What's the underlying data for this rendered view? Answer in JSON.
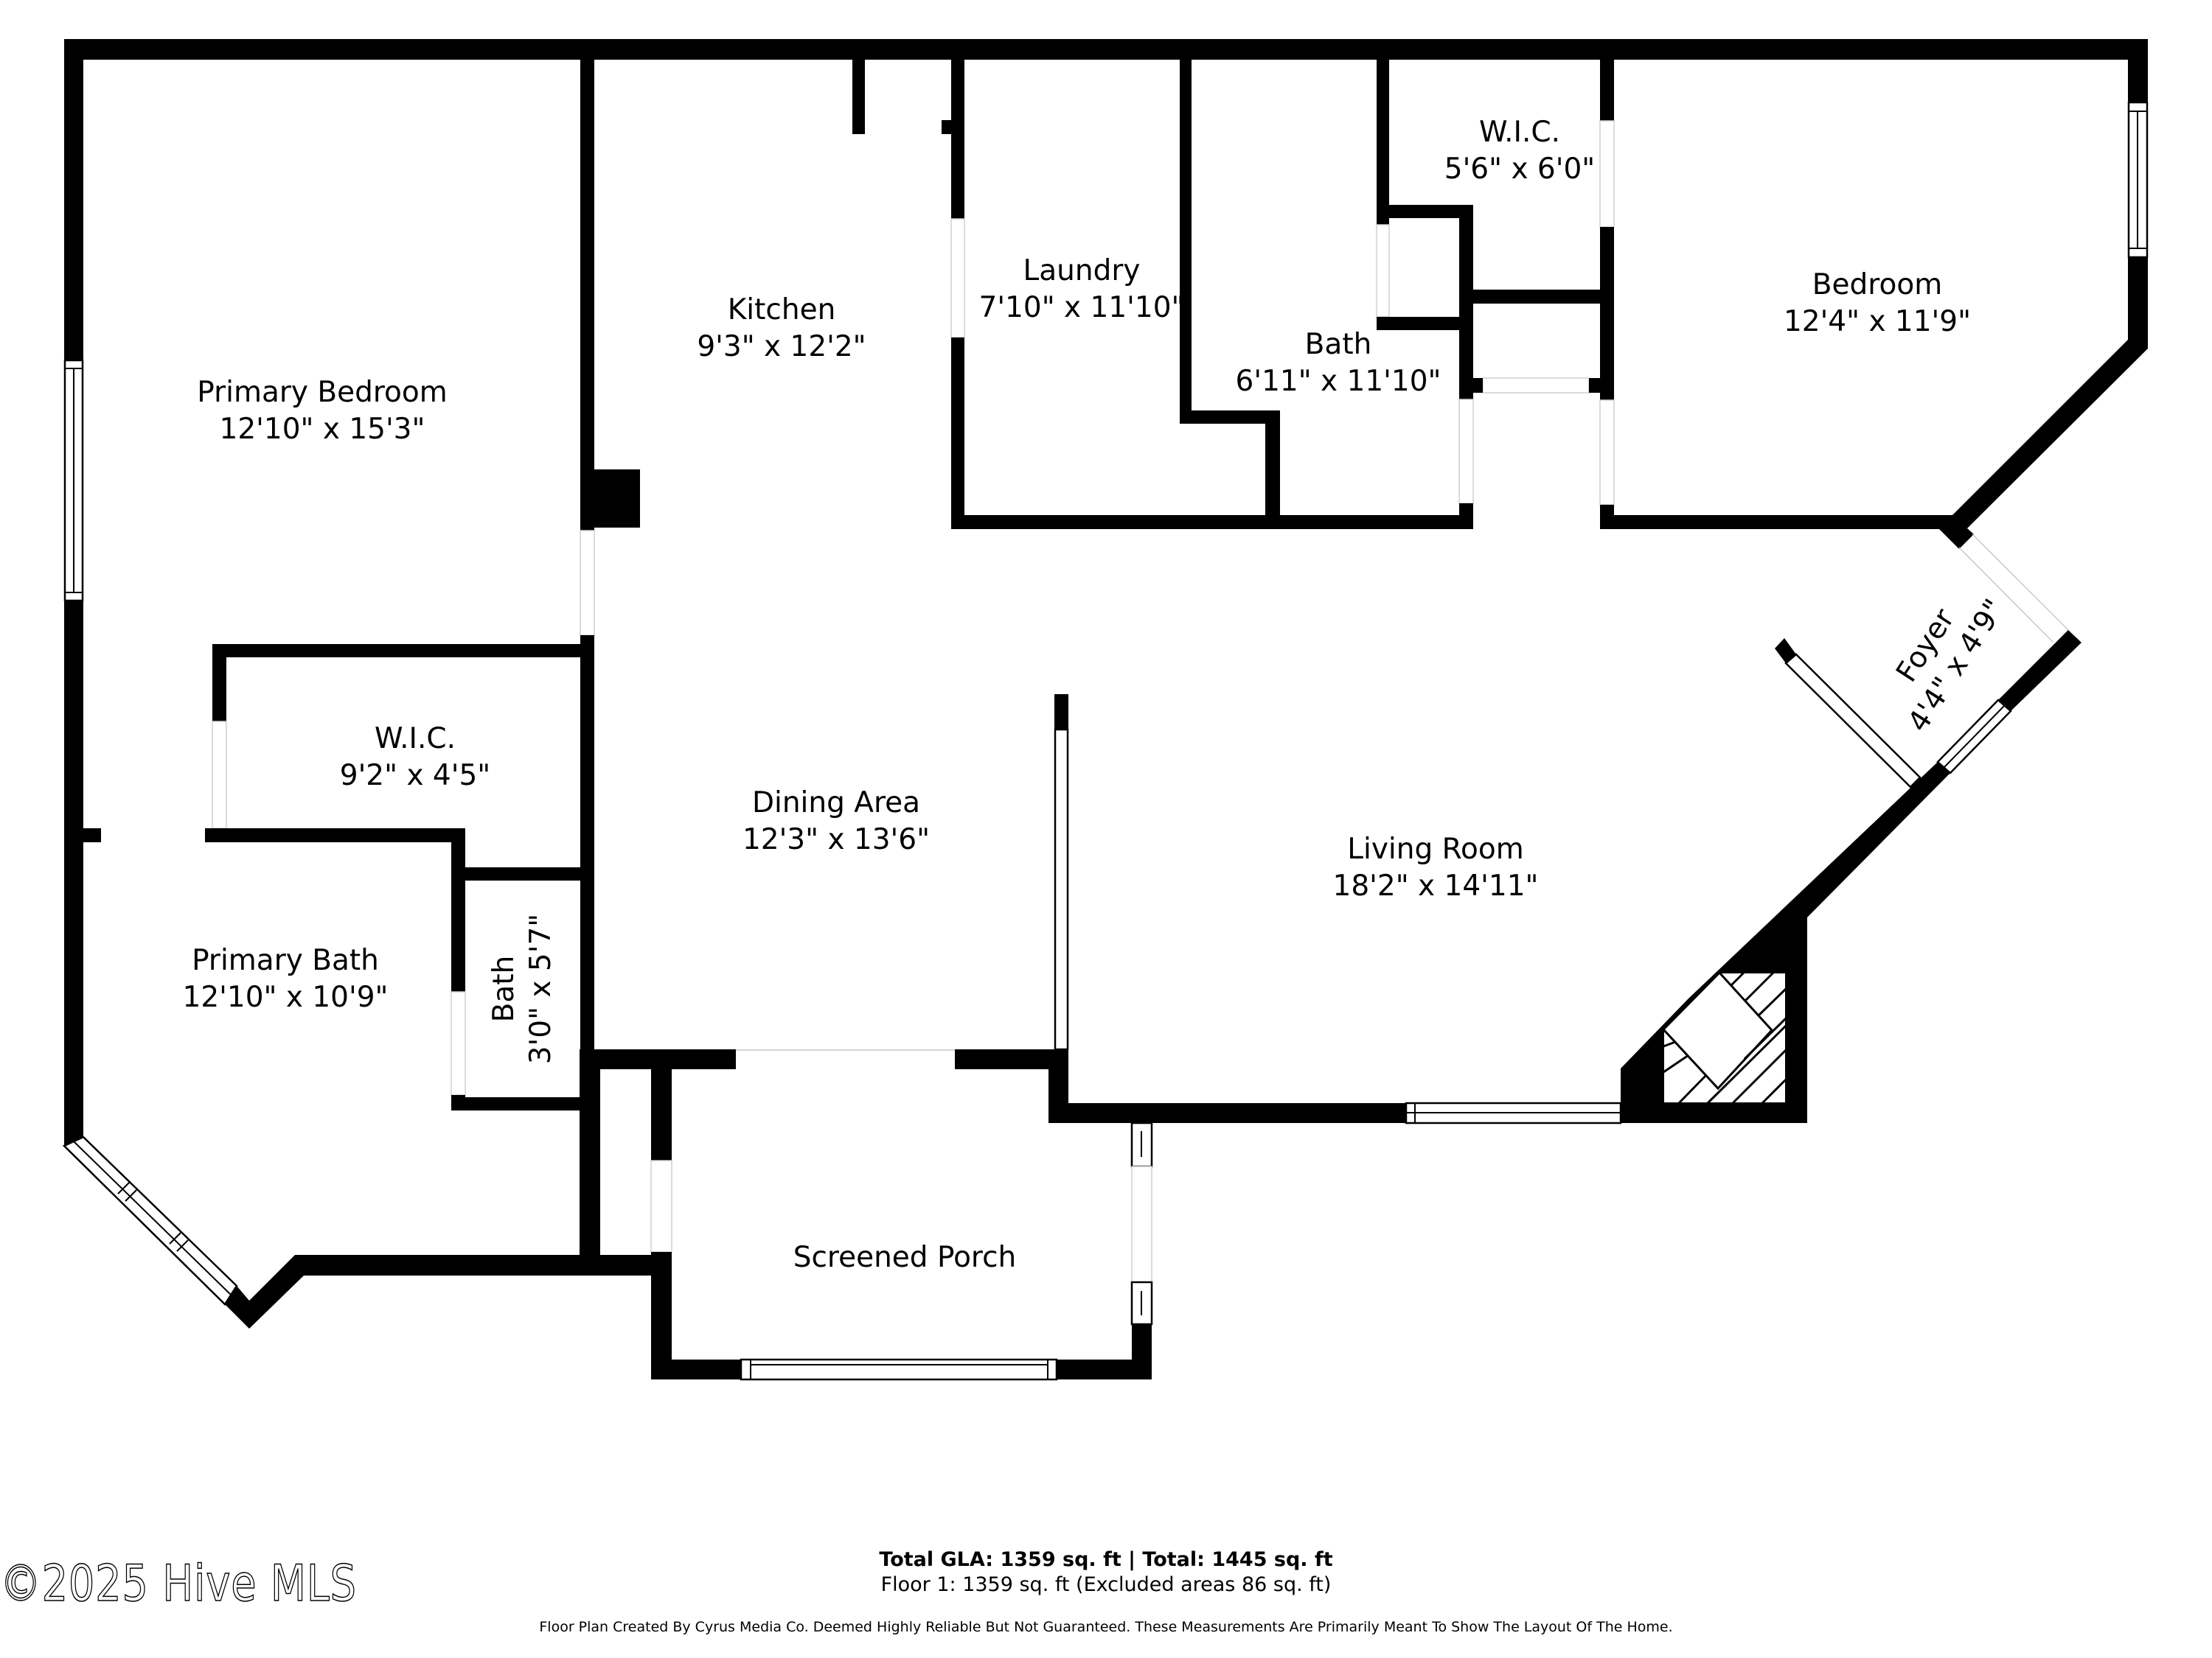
{
  "plan": {
    "rooms": [
      {
        "id": "primary-bedroom",
        "name": "Primary Bedroom",
        "dims": "12'10\" x 15'3\""
      },
      {
        "id": "kitchen",
        "name": "Kitchen",
        "dims": "9'3\" x 12'2\""
      },
      {
        "id": "laundry",
        "name": "Laundry",
        "dims": "7'10\" x 11'10\""
      },
      {
        "id": "bath",
        "name": "Bath",
        "dims": "6'11\" x 11'10\""
      },
      {
        "id": "wic-bedroom",
        "name": "W.I.C.",
        "dims": "5'6\" x 6'0\""
      },
      {
        "id": "bedroom",
        "name": "Bedroom",
        "dims": "12'4\" x 11'9\""
      },
      {
        "id": "wic-primary",
        "name": "W.I.C.",
        "dims": "9'2\" x 4'5\""
      },
      {
        "id": "dining-area",
        "name": "Dining Area",
        "dims": "12'3\" x 13'6\""
      },
      {
        "id": "living-room",
        "name": "Living Room",
        "dims": "18'2\" x 14'11\""
      },
      {
        "id": "foyer",
        "name": "Foyer",
        "dims": "4'4\" x 4'9\""
      },
      {
        "id": "primary-bath",
        "name": "Primary Bath",
        "dims": "12'10\" x 10'9\""
      },
      {
        "id": "half-bath",
        "name": "Bath",
        "dims": "3'0\" x 5'7\""
      },
      {
        "id": "screened-porch",
        "name": "Screened Porch",
        "dims": ""
      }
    ]
  },
  "footer": {
    "totals": "Total GLA: 1359 sq. ft | Total: 1445 sq. ft",
    "floor1": "Floor 1: 1359 sq. ft (Excluded areas 86 sq. ft)",
    "disclaimer": "Floor Plan Created By Cyrus Media Co. Deemed Highly Reliable But Not Guaranteed. These Measurements Are Primarily Meant To Show The Layout Of The Home.",
    "watermark": "©2025 Hive MLS"
  },
  "colors": {
    "wall": "#000000",
    "background": "#ffffff"
  }
}
